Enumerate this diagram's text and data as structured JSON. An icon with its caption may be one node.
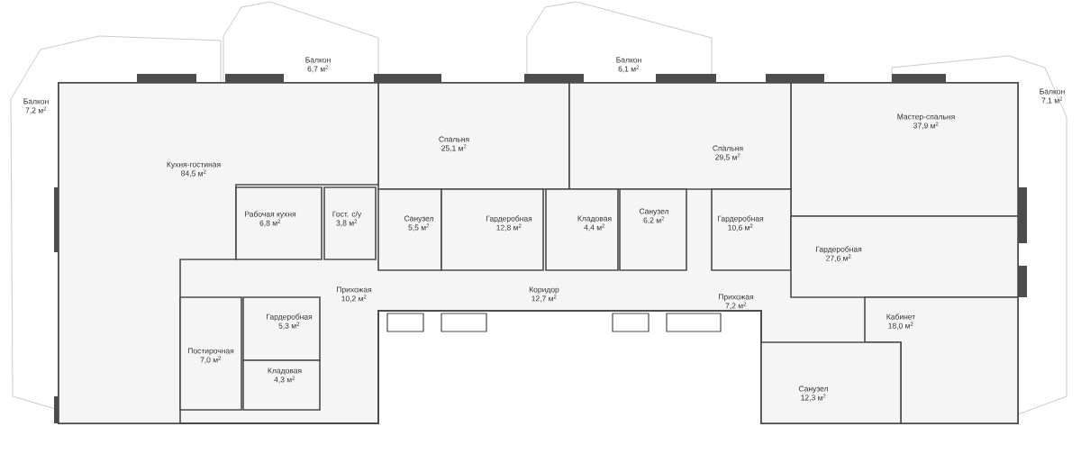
{
  "diagram": {
    "nodes": [
      {
        "text": [
          "Балкон",
          "6,7 м$^{2}$"
        ]
      },
      {
        "text": [
          "Балкон",
          "6,1 м$^{2}$"
        ]
      },
      {
        "text": [
          "Балкон",
          "7,2 м$^{2}$"
        ]
      },
      {
        "text": [
          "Балкон",
          "7,1 м$^{2}$"
        ]
      },
      {
        "text": [
          "Мастер-спальня",
          "37,9 м$^{2}$"
        ]
      },
      {
        "text": [
          "Спальня",
          "25,1 м$^{2}$"
        ]
      },
      {
        "text": [
          "Спальня",
          "29,5 м$^{2}$"
        ]
      },
      {
        "text": [
          "Кухня-гостиная",
          "84,5 м$^{2}$"
        ]
      },
      {
        "text": [
          "Рабочая кухня",
          "6,8 м$^{2}$"
        ]
      },
      {
        "text": [
          "Гост. с/у",
          "3,8 м$^{2}$"
        ]
      },
      {
        "text": [
          "Санузел",
          "5,5 м$^{2}$"
        ]
      },
      {
        "text": [
          "Гардеробная",
          "12,8 м$^{2}$"
        ]
      },
      {
        "text": [
          "Кладовая",
          "4,4 м$^{2}$"
        ]
      },
      {
        "text": [
          "Санузел",
          "6,2 м$^{2}$"
        ]
      },
      {
        "text": [
          "Гардеробная",
          "10,6 м$^{2}$"
        ]
      },
      {
        "text": [
          "Гардеробная",
          "27,6 м$^{2}$"
        ]
      },
      {
        "text": [
          "Прихожая",
          "10,2 м$^{2}$"
        ]
      },
      {
        "text": [
          "Коридор",
          "12,7 м$^{2}$"
        ]
      },
      {
        "text": [
          "Прихожая",
          "7,2 м$^{2}$"
        ]
      },
      {
        "text": [
          "Гардеробная",
          "5,3 м$^{2}$"
        ]
      },
      {
        "text": [
          "Кабинет",
          "18,0 м$^{2}$"
        ]
      },
      {
        "text": [
          "Постирочная",
          "7,0 м$^{2}$"
        ]
      },
      {
        "text": [
          "Кладовая",
          "4,3 м$^{2}$"
        ]
      },
      {
        "text": [
          "Санузел",
          "12,3 м$^{2}$"
        ]
      }
    ],
    "edges": []
  }
}
